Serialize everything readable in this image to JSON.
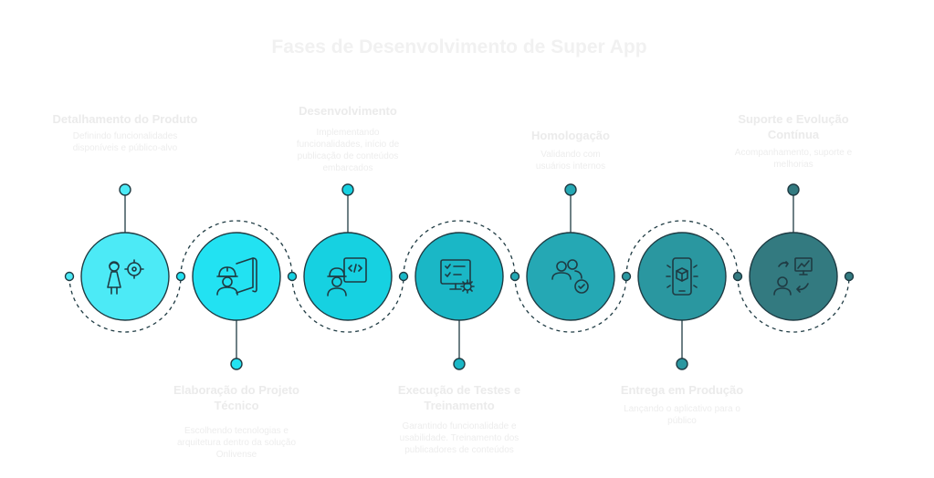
{
  "title": "Fases de Desenvolvimento de Super App",
  "colors": {
    "connector": "#1f3b43",
    "steps": [
      "#4ceaf6",
      "#22e2f2",
      "#16d1e1",
      "#1ab7c6",
      "#25a8b4",
      "#2a97a0",
      "#337a80"
    ]
  },
  "steps": [
    {
      "heading": "Detalhamento do Produto",
      "description": "Definindo funcionalidades disponíveis e público-alvo",
      "icon": "person-target-icon"
    },
    {
      "heading": "Elaboração do Projeto Técnico",
      "description": "Escolhendo tecnologias e arquitetura dentro da solução Onlivense",
      "icon": "engineer-blueprint-icon"
    },
    {
      "heading": "Desenvolvimento",
      "description": "Implementando funcionalidades, início de publicação de conteúdos embarcados",
      "icon": "developer-code-icon"
    },
    {
      "heading": "Execução de Testes e Treinamento",
      "description": "Garantindo funcionalidade e usabilidade. Treinamento dos publicadores de conteúdos",
      "icon": "checklist-gear-icon"
    },
    {
      "heading": "Homologação",
      "description": "Validando com usuários internos",
      "icon": "users-check-icon"
    },
    {
      "heading": "Entrega em Produção",
      "description": "Lançando o aplicativo para o público",
      "icon": "phone-box-icon"
    },
    {
      "heading": "Suporte e Evolução Contínua",
      "description": "Acompanhamento, suporte e melhorias",
      "icon": "support-chart-icon"
    }
  ]
}
